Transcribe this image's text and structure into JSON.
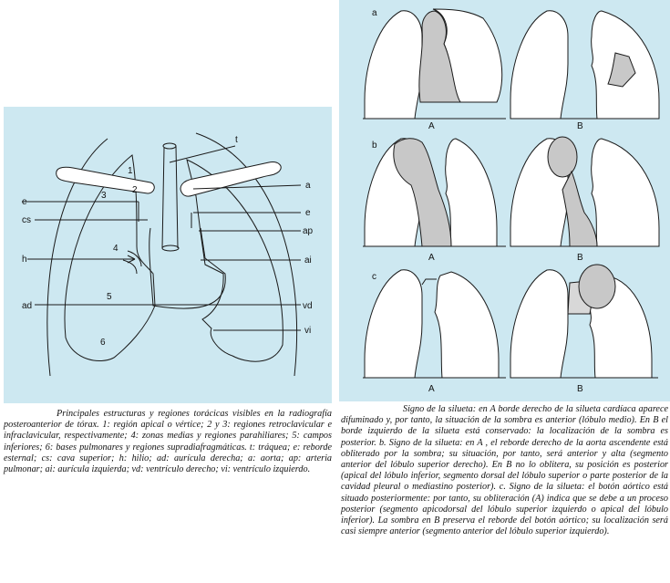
{
  "left_figure": {
    "labels": {
      "t": "t",
      "a": "a",
      "e_right": "e",
      "ap": "ap",
      "ai": "ai",
      "vd": "vd",
      "vi": "vi",
      "e_left": "e",
      "cs": "cs",
      "h": "h",
      "ad": "ad",
      "n1": "1",
      "n2": "2",
      "n3": "3",
      "n4": "4",
      "n5": "5",
      "n6": "6"
    },
    "caption": "Principales estructuras y regiones torácicas visibles en la radiografía posteroanterior de tórax. 1: región apical o vértice; 2 y 3: regiones retroclavicular e infraclavicular, respectivamente; 4: zonas medias y regiones parahiliares; 5: campos inferiores; 6: bases pulmonares y regiones supradiafragmáticas. t: tráquea; e: reborde esternal; cs: cava superior; h: hilio; ad: aurícula derecha; a: aorta; ap: arteria pulmonar; ai: aurícula izquierda; vd: ventrículo derecho; vi: ventrículo izquierdo."
  },
  "right_figure": {
    "row_labels": {
      "a": "a",
      "b": "b",
      "c": "c"
    },
    "col_labels": {
      "A": "A",
      "B": "B"
    },
    "caption": "Signo de la silueta: en A borde derecho de la silueta cardíaca aparece difuminado y, por tanto, la situación de la sombra es anterior (lóbulo medio). En B el borde izquierdo de la silueta está conservado: la localización de la sombra es posterior. b. Signo de la silueta: en A , el reborde derecho de la aorta ascendente está obliterado por la sombra; su situación, por tanto, será anterior y alta (segmento anterior del lóbulo superior derecho). En B no lo oblitera, su posición es posterior (apical del lóbulo inferior, segmento dorsal del lóbulo superior o parte posterior de la cavidad pleural o mediastino posterior). c. Signo de la silueta: el botón aórtico está situado posteriormente: por tanto, su obliteración (A) indica que se debe a un proceso posterior (segmento apicodorsal del lóbulo superior izquierdo o apical del lóbulo inferior). La sombra en B preserva el reborde del botón aórtico; su localización será casi siempre anterior (segmento anterior del lóbulo superior izquierdo)."
  },
  "colors": {
    "panel": "#cde8f1",
    "lung": "#ffffff",
    "shadow": "#c8c8c8",
    "stroke": "#1a1a1a"
  }
}
